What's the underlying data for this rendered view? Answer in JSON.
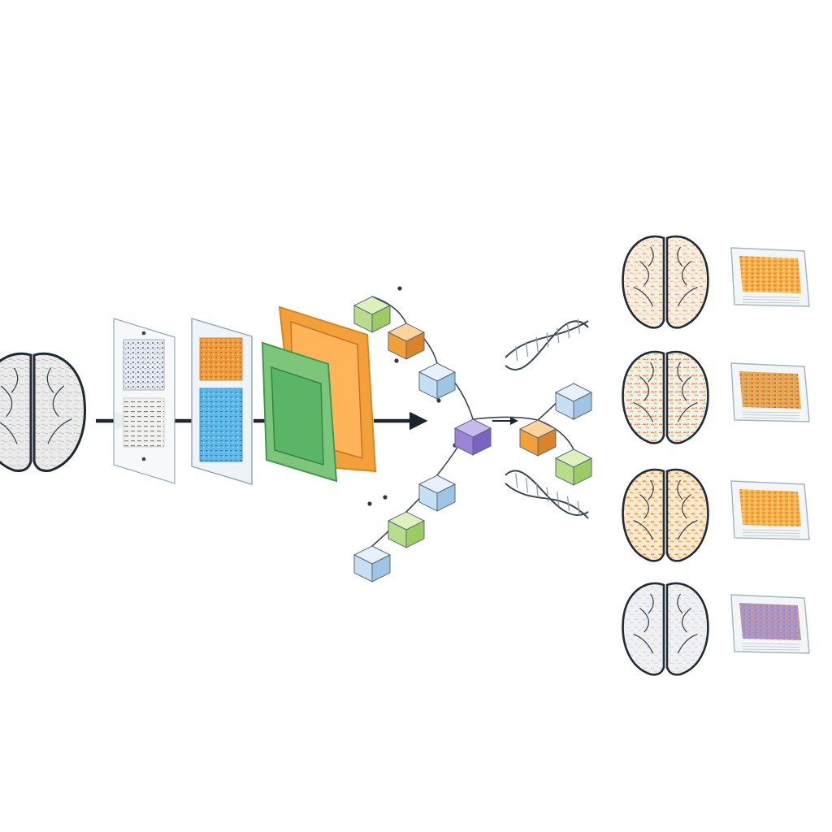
{
  "diagram": {
    "description_free": true,
    "colors": {
      "background": "#ffffff",
      "outline": "#1f2a33",
      "arrow": "#1b2530",
      "brain_fill_gray": "#e9e9e9",
      "brain_fill_light": "#f4efe8",
      "panel_stroke": "#8fa6b4",
      "orange": "#f2a13a",
      "orange_dark": "#d9842a",
      "green": "#7cc57a",
      "green_dark": "#3f9a52",
      "blue_light": "#c7dff3",
      "blue": "#58b6ea",
      "purple": "#9b84d6",
      "lime": "#b8dd8a",
      "heat_hot": "#f07a2a",
      "heat_warm": "#f7b53e",
      "heat_mid": "#a5c95a",
      "heat_cool": "#6f8fd0"
    },
    "icons": [
      "brain-icon",
      "document-panel-icon",
      "feature-map-icon",
      "convolution-layer-icon",
      "cube-node-icon",
      "dna-helix-icon",
      "heatmap-card-icon"
    ],
    "stages": [
      "input-brain",
      "scan-sheet",
      "feature-panel",
      "layer-stack",
      "node-graph",
      "dna-strands",
      "output-brains"
    ],
    "outputs": {
      "count": 4,
      "variants": [
        {
          "tint": "orange-mixed"
        },
        {
          "tint": "multicolor"
        },
        {
          "tint": "orange-heavy"
        },
        {
          "tint": "pale-blue"
        }
      ]
    }
  }
}
